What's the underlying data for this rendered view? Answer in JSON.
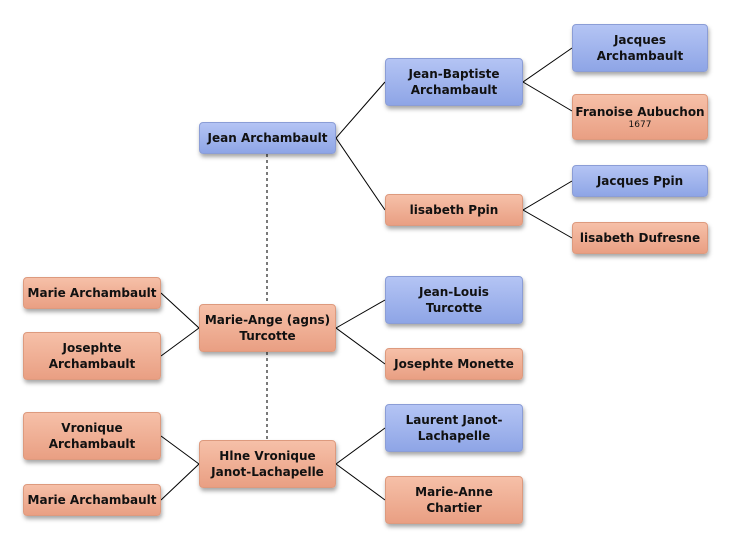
{
  "people": {
    "jean_archambault": "Jean Archambault",
    "jean_baptiste": [
      "Jean-Baptiste",
      "Archambault"
    ],
    "jacques_archambault": [
      "Jacques",
      "Archambault"
    ],
    "francoise_aubuchon": "Franoise Aubuchon",
    "francoise_aubuchon_year": "1677",
    "elisabeth_pepin": "lisabeth Ppin",
    "jacques_pepin": "Jacques Ppin",
    "elisabeth_dufresne": "lisabeth Dufresne",
    "marie_ange": [
      "Marie-Ange (agns)",
      "Turcotte"
    ],
    "jean_louis": [
      "Jean-Louis",
      "Turcotte"
    ],
    "josephte_monette": "Josephte Monette",
    "marie_archambault_1": "Marie Archambault",
    "josephte_archambault": [
      "Josephte",
      "Archambault"
    ],
    "helene_veronique": [
      "Hlne Vronique",
      "Janot-Lachapelle"
    ],
    "laurent_janot": [
      "Laurent Janot-",
      "Lachapelle"
    ],
    "marie_anne": [
      "Marie-Anne",
      "Chartier"
    ],
    "veronique_archambault": [
      "Vronique",
      "Archambault"
    ],
    "marie_archambault_2": "Marie Archambault"
  },
  "colors": {
    "male_node": "#9db1ec",
    "female_node": "#efaf93",
    "connector": "#000000"
  }
}
